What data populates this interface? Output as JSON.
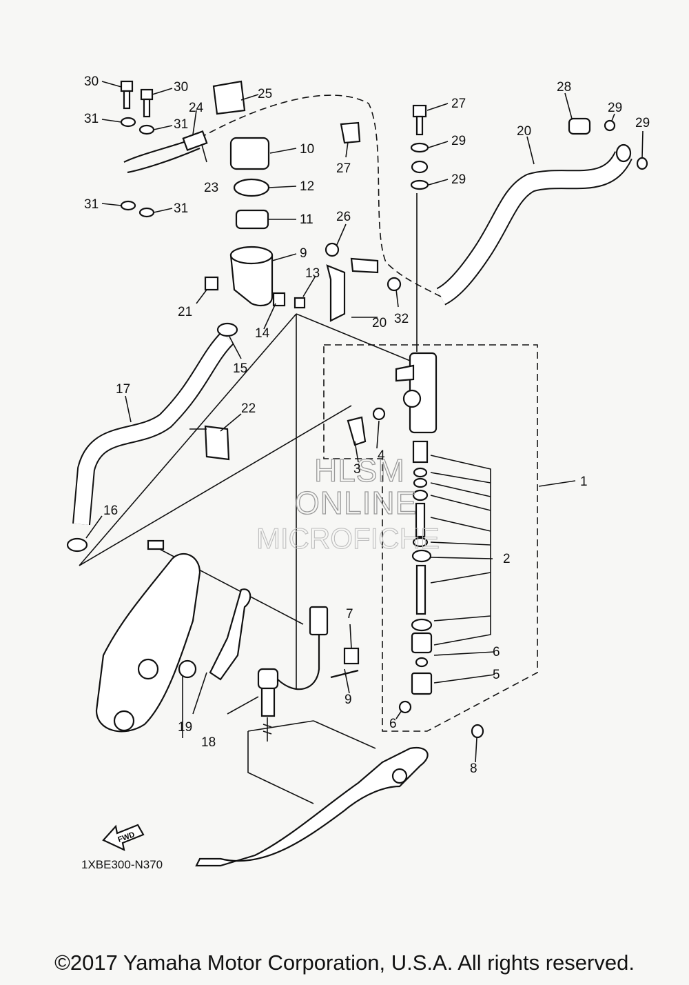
{
  "diagram": {
    "watermark": [
      "HLSM",
      "ONLINE",
      "MICROFICHE"
    ],
    "fwd_label": "FWD",
    "drawing_code": "1XBE300-N370",
    "copyright": "©2017 Yamaha Motor Corporation, U.S.A. All rights reserved.",
    "callouts": [
      "1",
      "2",
      "3",
      "4",
      "5",
      "6",
      "6",
      "7",
      "8",
      "9",
      "10",
      "11",
      "12",
      "13",
      "14",
      "15",
      "16",
      "16",
      "17",
      "18",
      "19",
      "20",
      "20",
      "21",
      "22",
      "23",
      "24",
      "25",
      "26",
      "27",
      "28",
      "29",
      "29",
      "29",
      "29",
      "30",
      "30",
      "31",
      "31",
      "31",
      "31",
      "32"
    ]
  }
}
